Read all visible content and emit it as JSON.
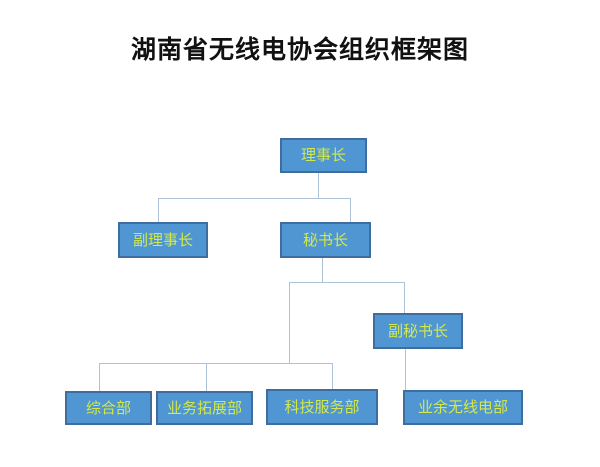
{
  "title": "湖南省无线电协会组织框架图",
  "colors": {
    "background": "#ffffff",
    "box_fill": "#4f96d2",
    "box_border": "#3e6d9e",
    "box_text": "#d3e84b",
    "connector": "#adc2d6",
    "title_text": "#111111"
  },
  "org_chart": {
    "type": "org-tree",
    "nodes": [
      {
        "id": "chairman",
        "label": "理事长",
        "level": 1,
        "parent": null
      },
      {
        "id": "vice-chairman",
        "label": "副理事长",
        "level": 2,
        "parent": "理事长"
      },
      {
        "id": "secretary-general",
        "label": "秘书长",
        "level": 2,
        "parent": "理事长"
      },
      {
        "id": "deputy-secretary-general",
        "label": "副秘书长",
        "level": 3,
        "parent": "秘书长"
      },
      {
        "id": "general-affairs-dept",
        "label": "综合部",
        "level": 4,
        "parent": "秘书长"
      },
      {
        "id": "business-development-dept",
        "label": "业务拓展部",
        "level": 4,
        "parent": "秘书长"
      },
      {
        "id": "technology-service-dept",
        "label": "科技服务部",
        "level": 4,
        "parent": "秘书长"
      },
      {
        "id": "amateur-radio-dept",
        "label": "业余无线电部",
        "level": 4,
        "parent": "副秘书长"
      }
    ]
  }
}
